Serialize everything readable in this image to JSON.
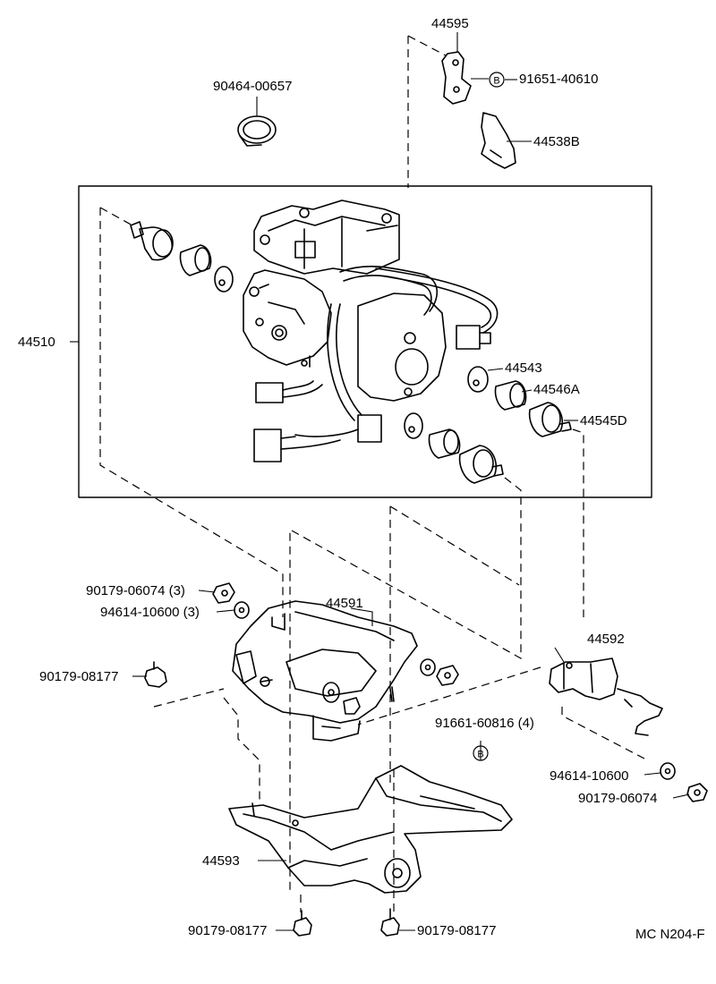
{
  "parts": {
    "p44595": "44595",
    "p91651": "91651-40610",
    "p90464": "90464-00657",
    "p44538B": "44538B",
    "p44510": "44510",
    "p44543": "44543",
    "p44546A": "44546A",
    "p44545D": "44545D",
    "p90179_06074_3": "90179-06074 (3)",
    "p94614_10600_3": "94614-10600 (3)",
    "p44591": "44591",
    "p44592": "44592",
    "p90179_08177_left": "90179-08177",
    "p91661": "91661-60816 (4)",
    "p94614_10600": "94614-10600",
    "p90179_06074": "90179-06074",
    "p44593": "44593",
    "p90179_08177_bottom_left": "90179-08177",
    "p90179_08177_bottom_right": "90179-08177"
  },
  "marker": "B",
  "code": "MC N204-F"
}
